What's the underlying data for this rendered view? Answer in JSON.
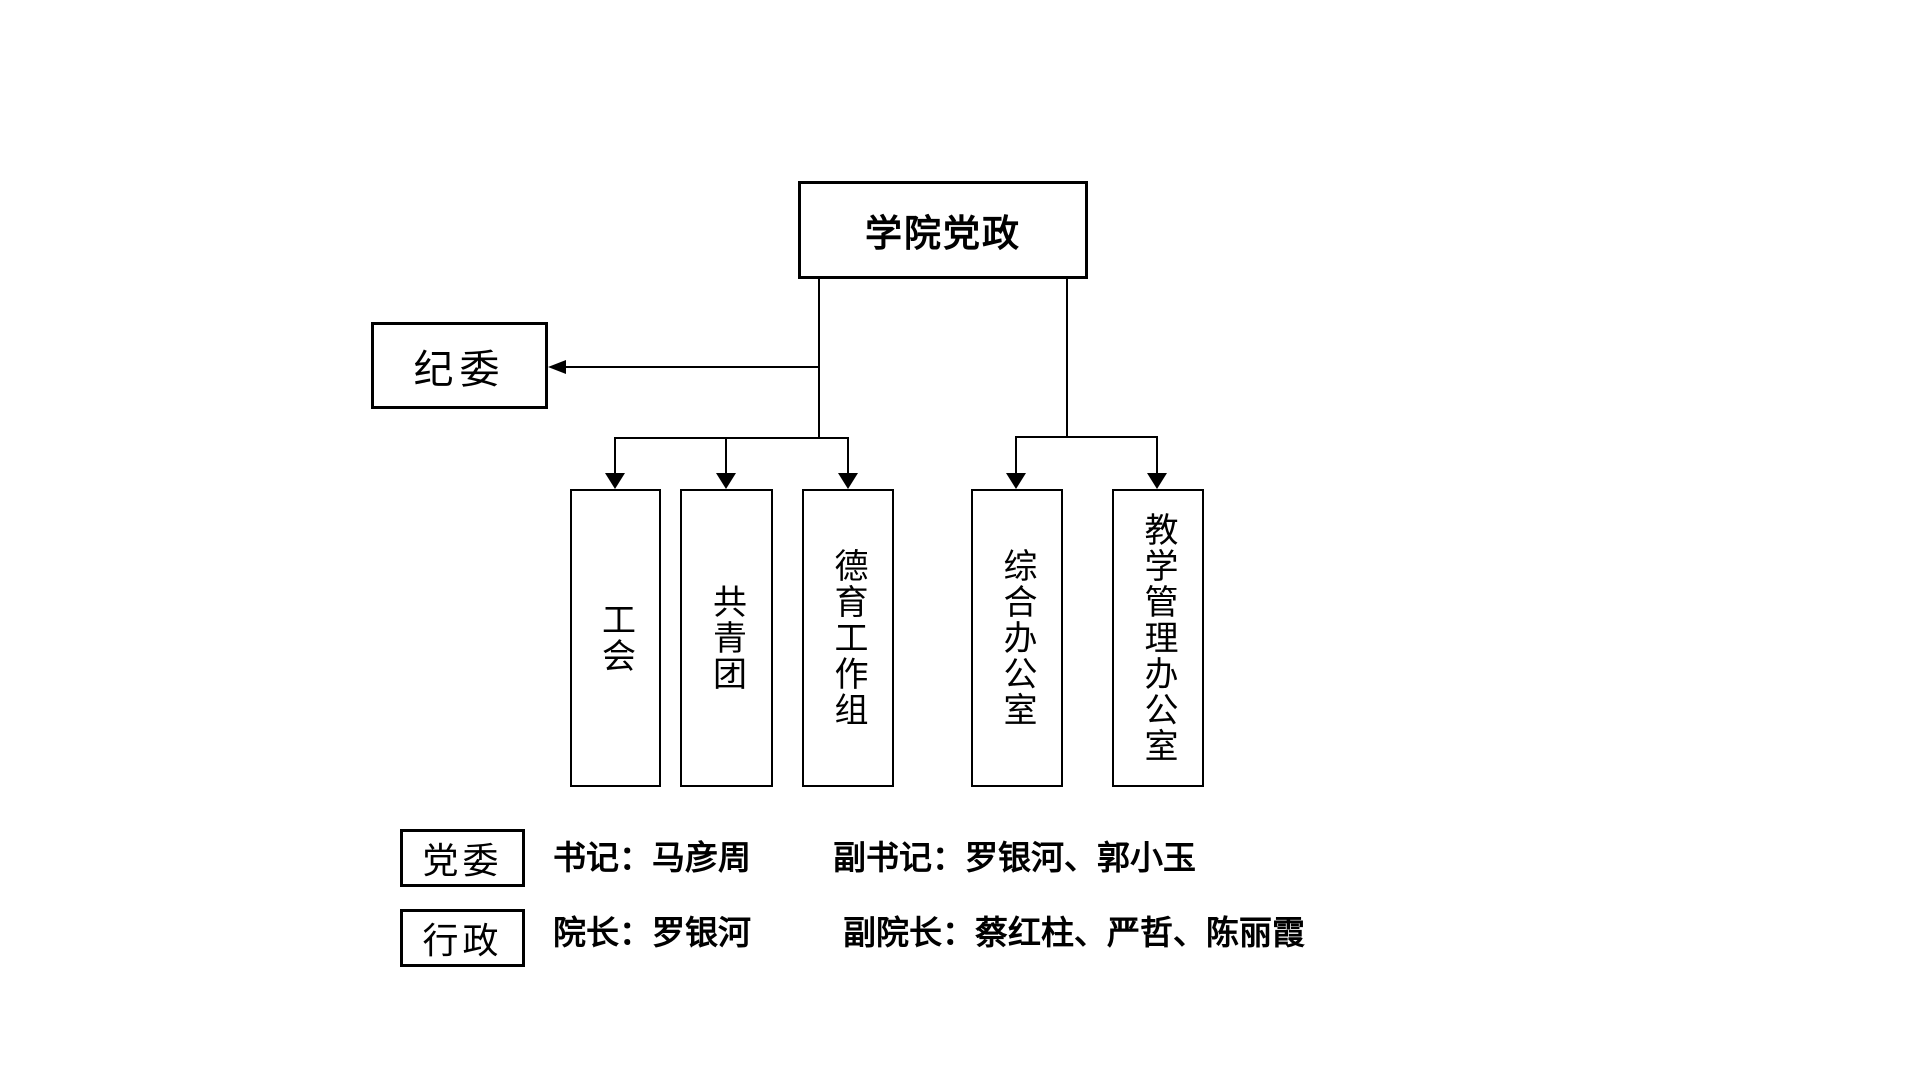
{
  "canvas": {
    "background_color": "#ffffff",
    "line_color": "#000000"
  },
  "org_chart": {
    "root": "学院党政",
    "discipline_node": "纪委",
    "left_branch": [
      "工会",
      "共青团",
      "德育工作组"
    ],
    "right_branch": [
      "综合办公室",
      "教学管理办公室"
    ],
    "legend": [
      {
        "label": "党委",
        "primary": "书记：马彦周",
        "secondary": "副书记：罗银河、郭小玉"
      },
      {
        "label": "行政",
        "primary": "院长：罗银河",
        "secondary": "副院长：蔡红柱、严哲、陈丽霞"
      }
    ]
  }
}
